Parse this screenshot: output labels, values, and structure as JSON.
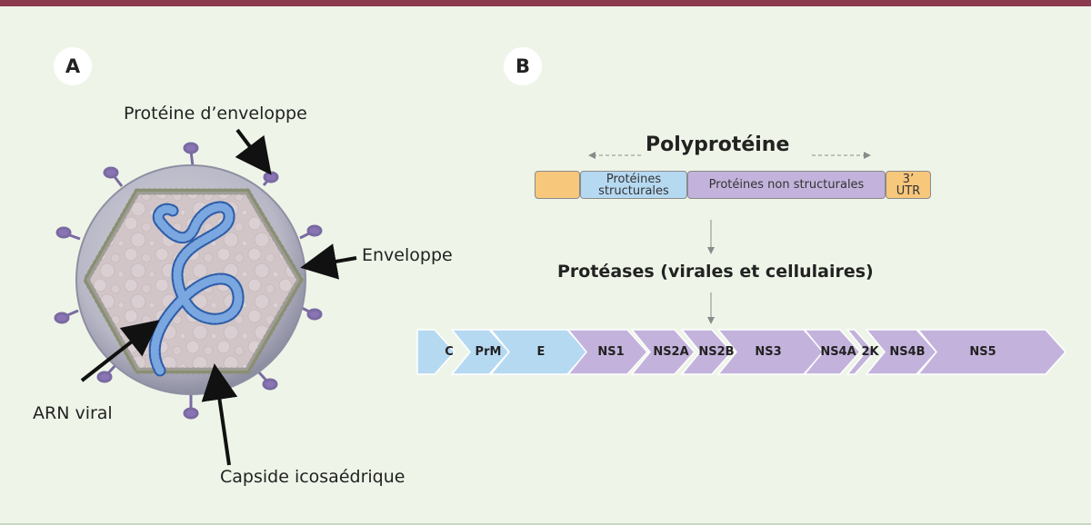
{
  "panel_a": {
    "badge": "A",
    "labels": {
      "envelope_protein": "Protéine d’enveloppe",
      "envelope": "Enveloppe",
      "rna": "ARN viral",
      "capsid": "Capside icosaédrique"
    }
  },
  "panel_b": {
    "badge": "B",
    "polyprotein_title": "Polyprotéine",
    "polyprotein_boxes": [
      {
        "text": "",
        "color": "#f7c77c"
      },
      {
        "line1": "Protéines",
        "line2": "structurales",
        "color": "#b6d9f2"
      },
      {
        "text": "Protéines non structurales",
        "color": "#c3b3dc"
      },
      {
        "line1": "3’",
        "line2": "UTR",
        "color": "#f7c77c"
      }
    ],
    "proteases_title": "Protéases (virales et cellulaires)",
    "segments": [
      {
        "label": "C",
        "color": "#b6d9f2"
      },
      {
        "label": "PrM",
        "color": "#b6d9f2"
      },
      {
        "label": "E",
        "color": "#b6d9f2"
      },
      {
        "label": "NS1",
        "color": "#c3b3dc"
      },
      {
        "label": "NS2A",
        "color": "#c3b3dc"
      },
      {
        "label": "NS2B",
        "color": "#c3b3dc"
      },
      {
        "label": "NS3",
        "color": "#c3b3dc"
      },
      {
        "label": "NS4A",
        "color": "#c3b3dc"
      },
      {
        "label": "2K",
        "color": "#c3b3dc"
      },
      {
        "label": "NS4B",
        "color": "#c3b3dc"
      },
      {
        "label": "NS5",
        "color": "#c3b3dc"
      }
    ]
  },
  "colors": {
    "background": "#eef5e8",
    "top_bar": "#8c3a4e",
    "envelope": "#a9a9b9",
    "capsid_fill": "#d9cbbd",
    "rna": "#3d6fb8",
    "glycoprotein": "#8a74b4"
  }
}
